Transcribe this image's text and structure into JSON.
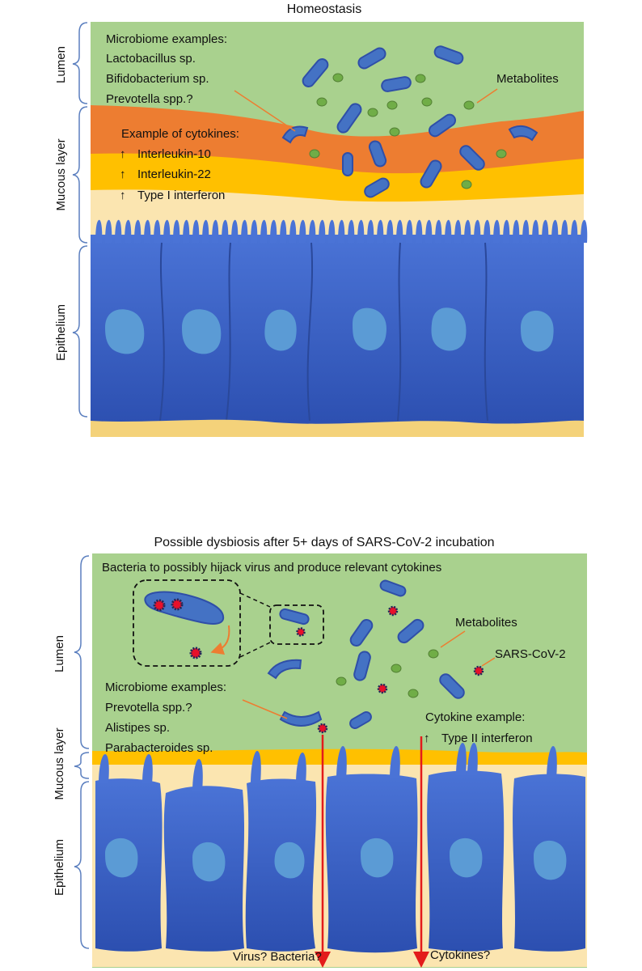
{
  "panel_top": {
    "title": "Homeostasis",
    "side_labels": [
      "Lumen",
      "Mucous layer",
      "Epithelium"
    ],
    "microbiome_heading": "Microbiome examples:",
    "microbiome_items": [
      "Lactobacillus sp.",
      "Bifidobacterium sp.",
      "Prevotella spp.?"
    ],
    "cytokine_heading": "Example of cytokines:",
    "cytokine_items": [
      "Interleukin-10",
      "Interleukin-22",
      "Type I interferon"
    ],
    "metabolites_label": "Metabolites",
    "arrow_symbol": "↑"
  },
  "panel_bottom": {
    "title": "Possible dysbiosis after 5+ days of SARS-CoV-2 incubation",
    "side_labels": [
      "Lumen",
      "Mucous layer",
      "Epithelium"
    ],
    "hijack_note": "Bacteria to possibly hijack virus and produce relevant cytokines",
    "metabolites_label": "Metabolites",
    "virus_label": "SARS-CoV-2",
    "microbiome_heading": "Microbiome examples:",
    "microbiome_items": [
      "Prevotella spp.?",
      "Alistipes sp.",
      "Parabacteroides sp."
    ],
    "cytokine_heading": "Cytokine example:",
    "cytokine_items": [
      "Type II interferon"
    ],
    "bottom_labels": [
      "Virus? Bacteria?",
      "Cytokines?"
    ],
    "arrow_symbol": "↑"
  },
  "colors": {
    "lumen": "#a9d18e",
    "mucus_orange": "#ed7d31",
    "mucus_yellow": "#ffc000",
    "mucus_light": "#fbe5b0",
    "cell_blue": "#3f64c8",
    "cell_dark": "#2f4fa8",
    "nucleus": "#5b9bd5",
    "basement": "#f4d27a",
    "metabolite": "#70ad47",
    "virus_core": "#e8102a",
    "virus_coat": "#1f2a5a",
    "flux_arrow": "#e31b1b",
    "leader_line": "#ed7d31"
  }
}
